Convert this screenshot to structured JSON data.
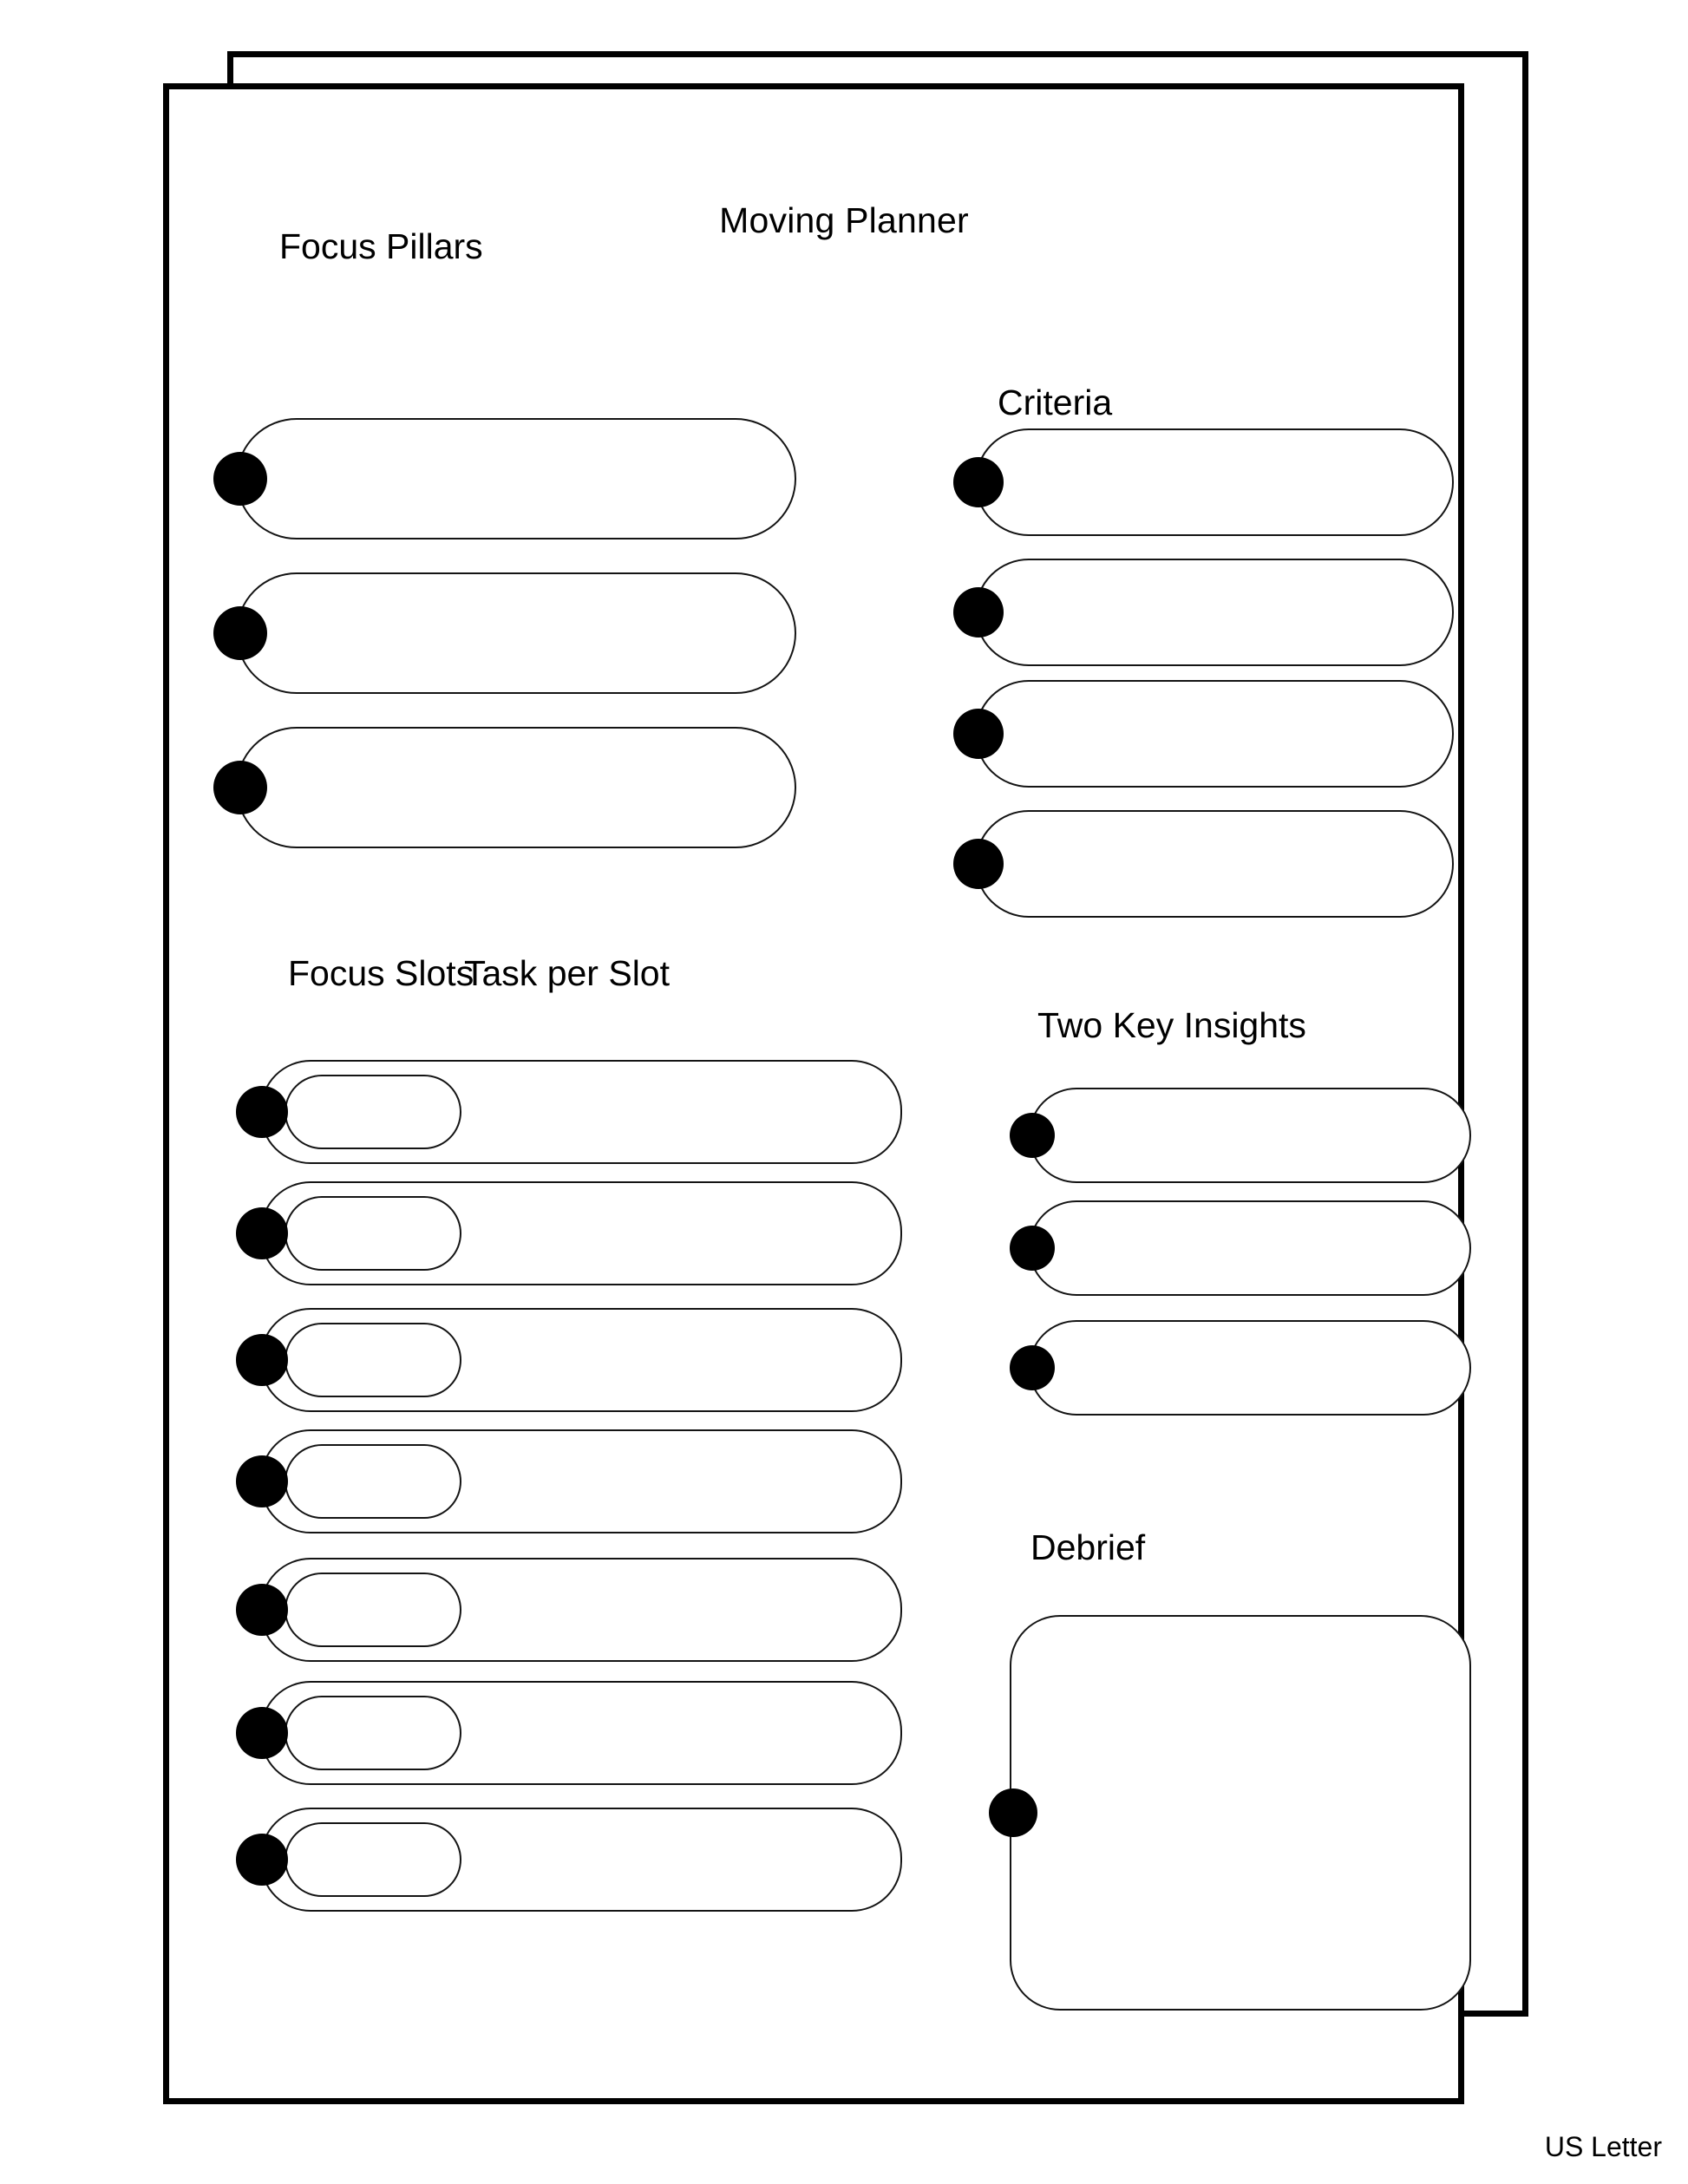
{
  "document": {
    "title": "Moving Planner",
    "paper_size_label": "US Letter",
    "ink_color": "#000000",
    "paper_color": "#ffffff"
  },
  "sections": {
    "focus_pillars": {
      "title": "Focus Pillars",
      "rows": [
        {
          "value": ""
        },
        {
          "value": ""
        },
        {
          "value": ""
        }
      ]
    },
    "criteria": {
      "title": "Criteria",
      "rows": [
        {
          "value": ""
        },
        {
          "value": ""
        },
        {
          "value": ""
        },
        {
          "value": ""
        }
      ]
    },
    "focus_slots": {
      "title": "Focus Slots",
      "subtitle": "Task per Slot",
      "rows": [
        {
          "slot": "",
          "task": ""
        },
        {
          "slot": "",
          "task": ""
        },
        {
          "slot": "",
          "task": ""
        },
        {
          "slot": "",
          "task": ""
        },
        {
          "slot": "",
          "task": ""
        },
        {
          "slot": "",
          "task": ""
        },
        {
          "slot": "",
          "task": ""
        }
      ]
    },
    "two_key_insights": {
      "title": "Two Key Insights",
      "rows": [
        {
          "value": ""
        },
        {
          "value": ""
        },
        {
          "value": ""
        }
      ]
    },
    "debrief": {
      "title": "Debrief",
      "value": ""
    }
  }
}
